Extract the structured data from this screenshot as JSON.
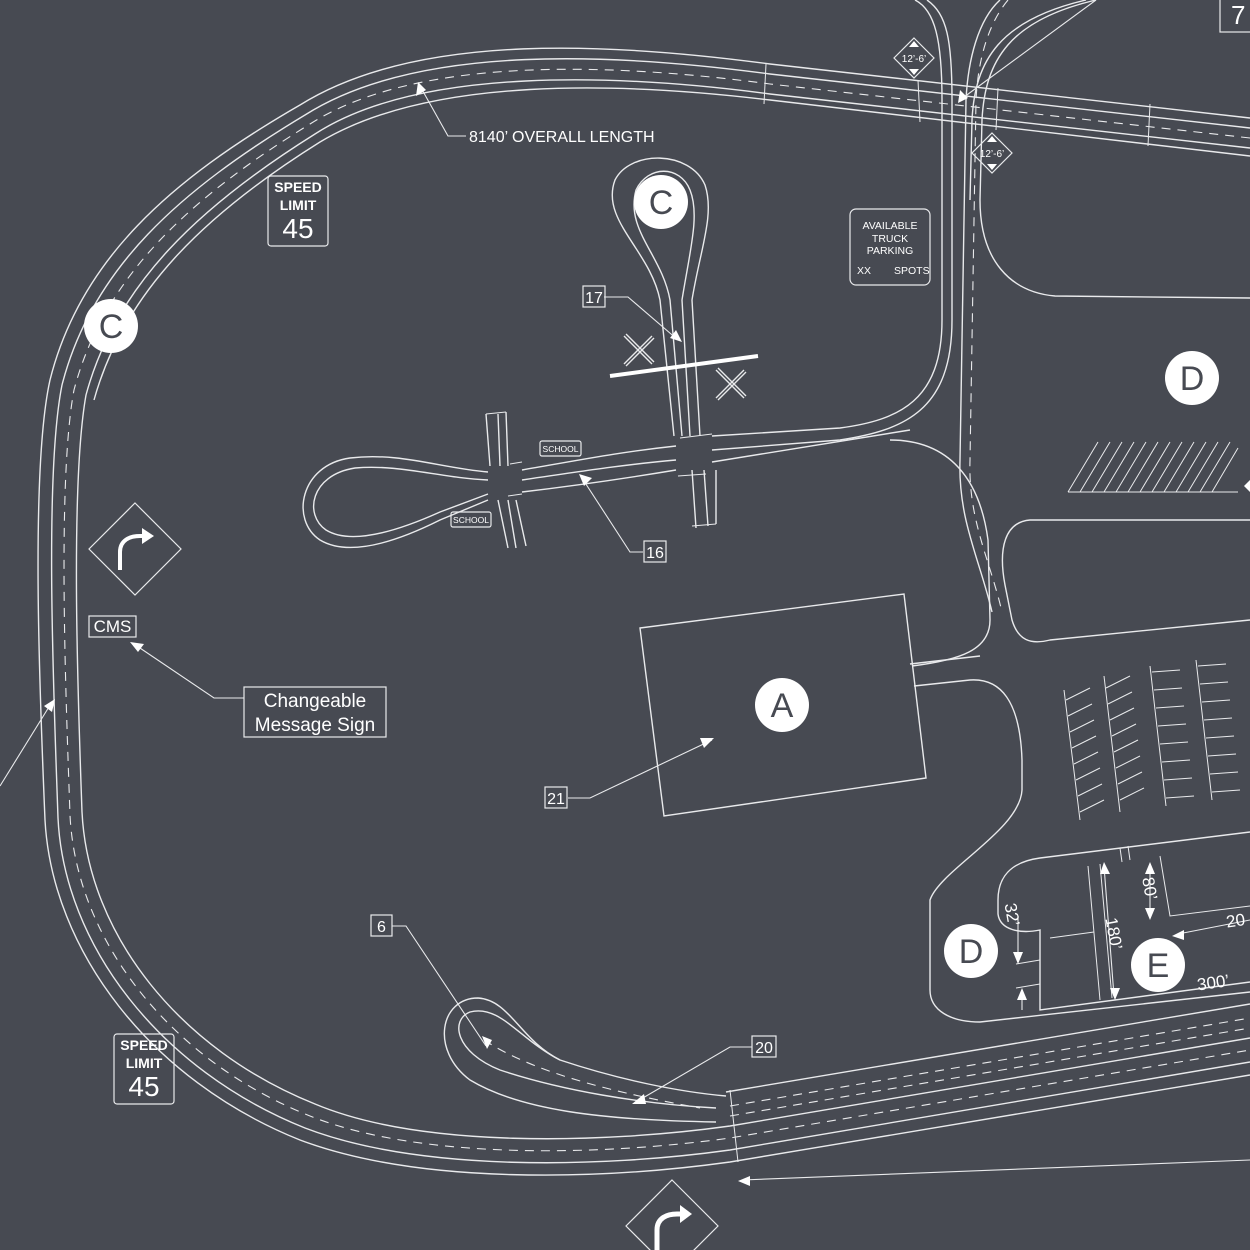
{
  "labels": {
    "overall_length": "8140’ OVERALL LENGTH",
    "cms_box": "CMS",
    "changeable_line1": "Changeable",
    "changeable_line2": "Message Sign",
    "school_top": "SCHOOL",
    "school_bottom": "SCHOOL"
  },
  "zones": {
    "c_west": "C",
    "c_loop": "C",
    "a_building": "A",
    "d_upper": "D",
    "d_lower": "D",
    "e_pad": "E"
  },
  "callouts": {
    "n17": "17",
    "n16": "16",
    "n21": "21",
    "n6": "6",
    "n20": "20",
    "n7": "7"
  },
  "signs": {
    "speed_upper": {
      "line1": "SPEED",
      "line2": "LIMIT",
      "value": "45"
    },
    "speed_lower": {
      "line1": "SPEED",
      "line2": "LIMIT",
      "value": "45"
    },
    "truck_parking": {
      "line1": "AVAILABLE",
      "line2": "TRUCK",
      "line3": "PARKING",
      "left": "XX",
      "right": "SPOTS"
    },
    "clearance_1": "12’-6’",
    "clearance_2": "12’-6’"
  },
  "dimensions": {
    "d32": "32’",
    "d80": "80’",
    "d180": "180’",
    "d20": "20",
    "d300": "300’"
  },
  "icons": [
    "arrow-turn-right-icon",
    "arrow-up-icon",
    "arrow-down-icon",
    "railroad-crossing-icon"
  ],
  "colors": {
    "background": "#474a52",
    "linework": "#e9eaec",
    "marker_fill": "#ffffff"
  }
}
